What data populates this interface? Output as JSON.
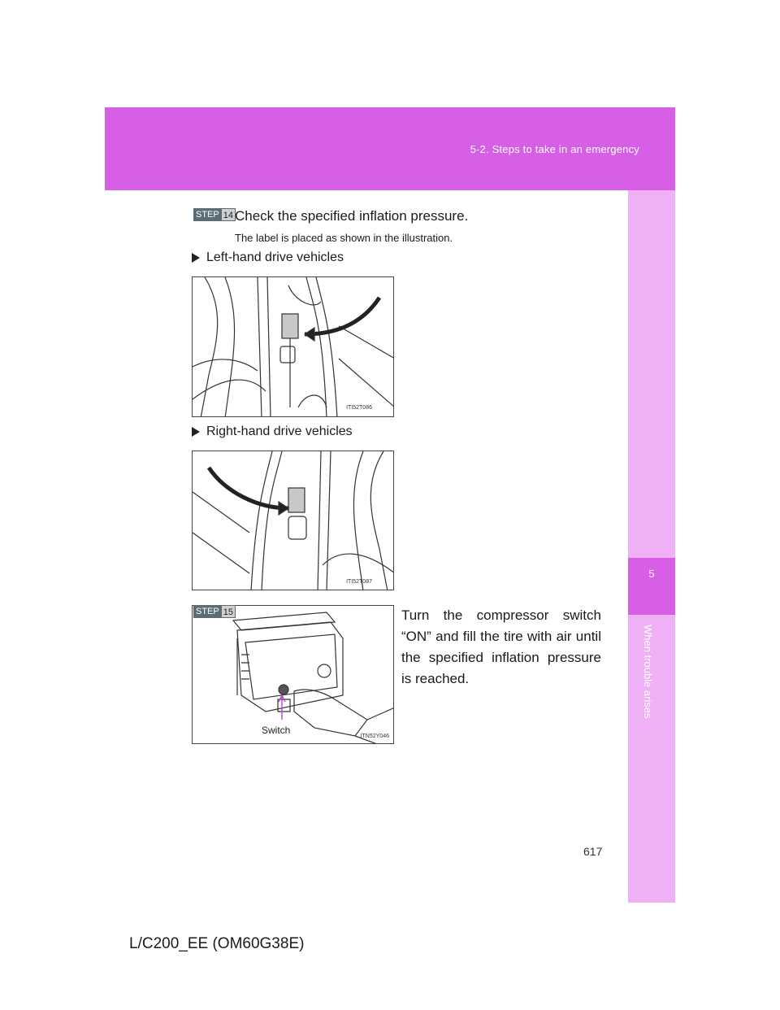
{
  "header": {
    "section": "5-2. Steps to take in an emergency"
  },
  "side_tab": {
    "number": "5",
    "label": "When trouble arises"
  },
  "step14": {
    "badge_label": "STEP",
    "badge_num": "14",
    "title": "Check the specified inflation pressure.",
    "note": "The label is placed as shown in the illustration."
  },
  "left_hand": {
    "label": "Left-hand drive vehicles",
    "figure_code": "ITI52T086",
    "icon": "play-triangle-icon"
  },
  "right_hand": {
    "label": "Right-hand drive vehicles",
    "figure_code": "ITI52T087",
    "icon": "play-triangle-icon"
  },
  "step15": {
    "badge_label": "STEP",
    "badge_num": "15",
    "text": "Turn the compressor switch “ON” and fill the tire with air until the specified inflation pressure is reached.",
    "figure_code": "ITN52Y046",
    "callout": "Switch"
  },
  "page_number": "617",
  "footer": "L/C200_EE (OM60G38E)",
  "colors": {
    "accent": "#d65fe6",
    "tab_light": "#f0b0f5",
    "badge": "#5c6c74"
  }
}
